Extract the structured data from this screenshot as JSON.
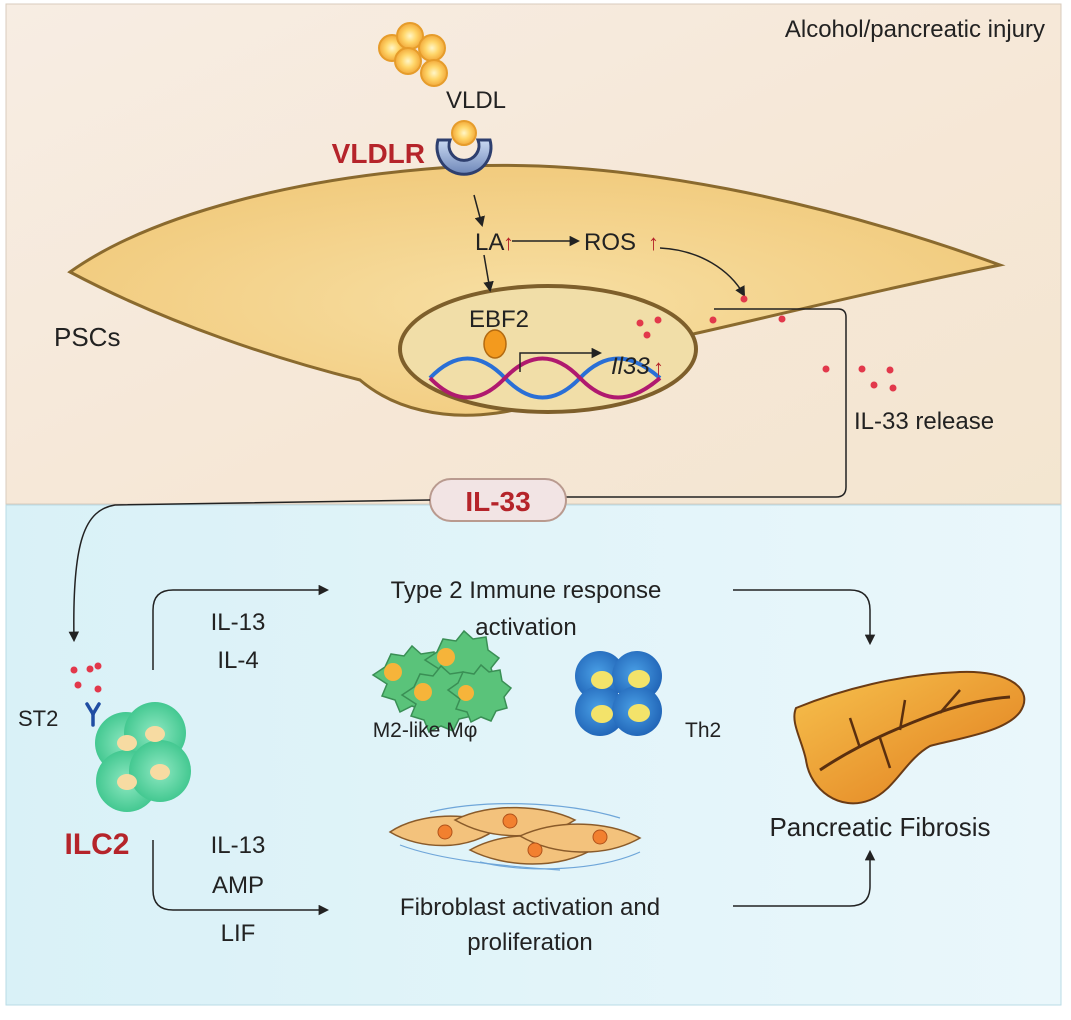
{
  "labels": {
    "injury": "Alcohol/pancreatic injury",
    "vldl": "VLDL",
    "vldlr": "VLDLR",
    "la": "LA",
    "ros": "ROS",
    "ebf2": "EBF2",
    "il33_gene": "Il33",
    "pscs": "PSCs",
    "il33_release": "IL-33 release",
    "il33_badge": "IL-33",
    "type2_line1": "Type 2 Immune response",
    "type2_line2": "activation",
    "il13_top": "IL-13",
    "il4": "IL-4",
    "st2": "ST2",
    "m2": "M2-like Mφ",
    "th2": "Th2",
    "ilc2": "ILC2",
    "pancreatic_fibrosis": "Pancreatic Fibrosis",
    "il13_bottom": "IL-13",
    "amp": "AMP",
    "lif": "LIF",
    "fibro_line1": "Fibroblast activation and",
    "fibro_line2": "proliferation",
    "up_arrow": "↑"
  },
  "colors": {
    "accent_red": "#b5242a",
    "cell_fill": "#f5d58f",
    "cell_stroke": "#8a6a2e",
    "nucleus_fill": "#f1dea8",
    "ilc2_green": "#4fcf9a",
    "th2_blue": "#2f7fcf",
    "pancreas_orange": "#e9962a"
  }
}
